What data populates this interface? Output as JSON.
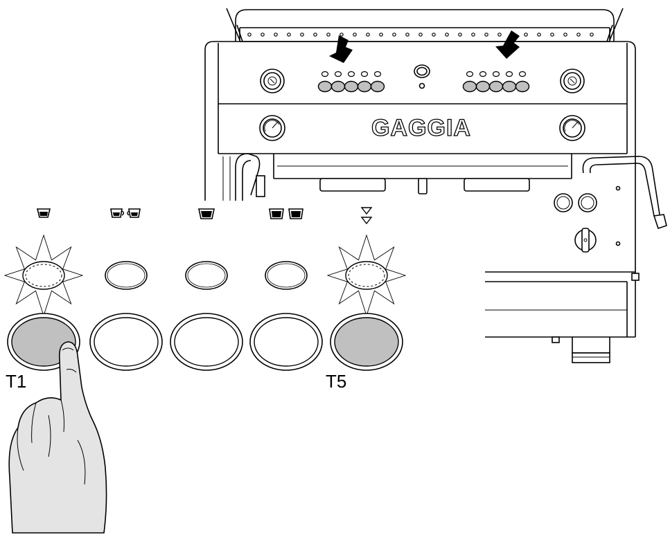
{
  "brand": {
    "logo": "GAGGIA"
  },
  "panel": {
    "keypads": [
      {
        "side": "left",
        "pressed_button": 1,
        "lit_leds": [
          1,
          5
        ]
      },
      {
        "side": "right",
        "pressed_button": 1,
        "lit_leds": [
          1,
          5
        ]
      }
    ]
  },
  "legend": {
    "buttons": [
      {
        "id": "T1",
        "label": "T1",
        "icon": "single-cup-icon",
        "state": "pressed",
        "led": "blinking",
        "fill": "#c0c0c0"
      },
      {
        "id": "T2",
        "label": "",
        "icon": "two-cups-icon",
        "state": "idle",
        "led": "off",
        "fill": "#ffffff"
      },
      {
        "id": "T3",
        "label": "",
        "icon": "large-cup-icon",
        "state": "idle",
        "led": "off",
        "fill": "#ffffff"
      },
      {
        "id": "T4",
        "label": "",
        "icon": "two-large-cups-icon",
        "state": "idle",
        "led": "off",
        "fill": "#ffffff"
      },
      {
        "id": "T5",
        "label": "T5",
        "icon": "continuous-flow-icon",
        "state": "highlighted",
        "led": "blinking",
        "fill": "#c0c0c0"
      }
    ]
  },
  "colors": {
    "line": "#000000",
    "button_active": "#c0c0c0",
    "hand": "#e4e4e4"
  }
}
